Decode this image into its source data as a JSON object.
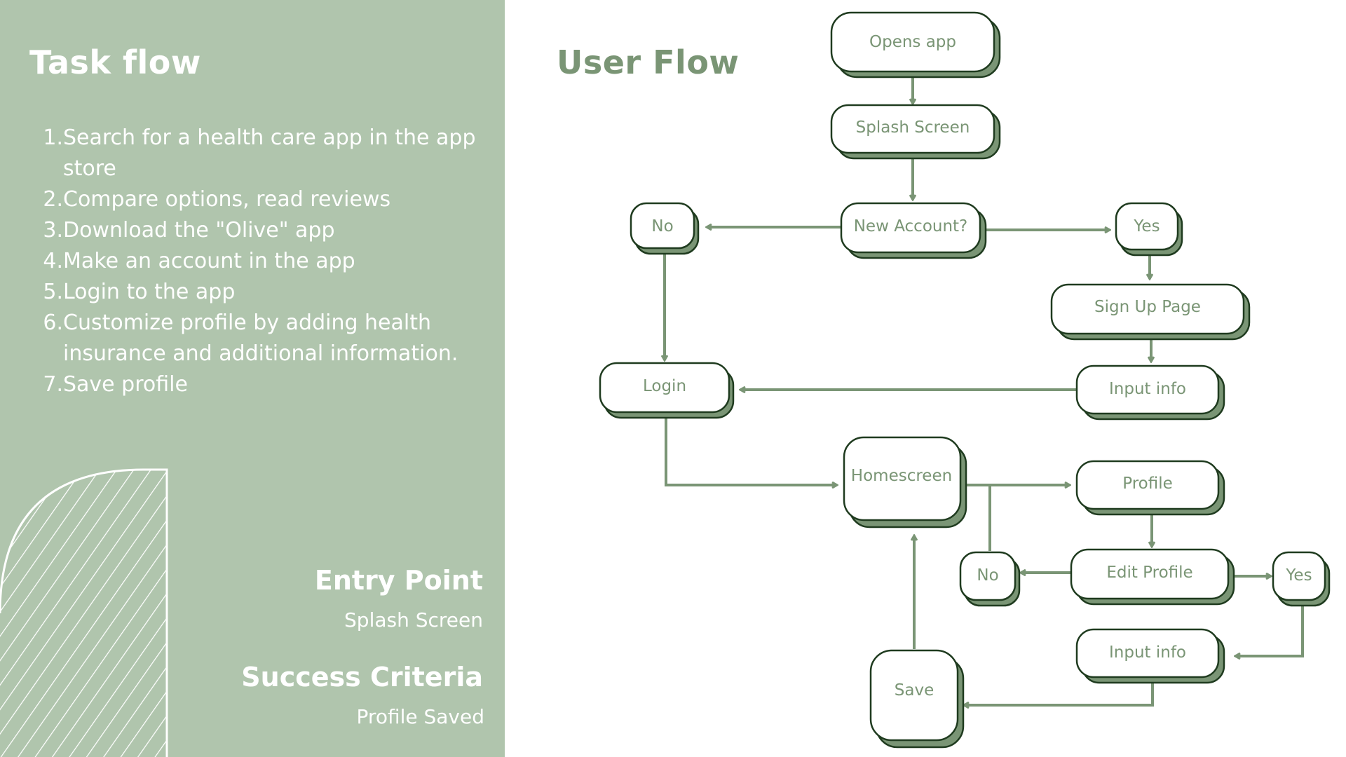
{
  "task_flow": {
    "title": "Task flow",
    "steps": [
      {
        "num": "1.",
        "text": "Search for a health care app in the app store"
      },
      {
        "num": "2.",
        "text": "Compare options, read reviews"
      },
      {
        "num": "3.",
        "text": "Download the \"Olive\" app"
      },
      {
        "num": "4.",
        "text": "Make an account in the app"
      },
      {
        "num": "5.",
        "text": "Login to the app"
      },
      {
        "num": "6.",
        "text": "Customize profile by adding health insurance and additional information."
      },
      {
        "num": "7.",
        "text": "Save profile"
      }
    ]
  },
  "entry_point": {
    "title": "Entry Point",
    "value": "Splash Screen"
  },
  "success_criteria": {
    "title": "Success Criteria",
    "value": "Profile Saved"
  },
  "user_flow": {
    "title": "User Flow",
    "nodes": {
      "opens_app": "Opens app",
      "splash": "Splash Screen",
      "new_account": "New Account?",
      "no_top": "No",
      "yes_top": "Yes",
      "signup": "Sign Up Page",
      "input_info_top": "Input info",
      "login": "Login",
      "homescreen": "Homescreen",
      "profile": "Profile",
      "edit_profile": "Edit Profile",
      "no_bottom": "No",
      "yes_bottom": "Yes",
      "input_info_bottom": "Input info",
      "save": "Save"
    }
  },
  "colors": {
    "panel": "#b0c5ad",
    "accent": "#7a9575",
    "outline": "#1f3b1f",
    "white": "#ffffff"
  }
}
